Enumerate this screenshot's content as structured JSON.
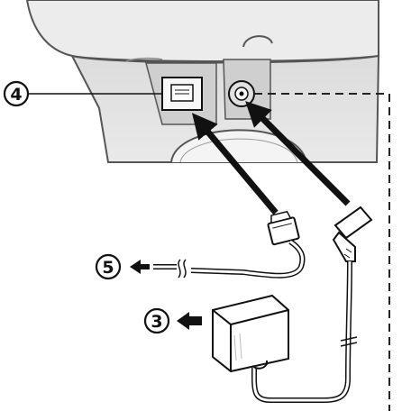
{
  "callouts": {
    "telephone_jack": "4",
    "telephone_line": "5",
    "ac_adaptor": "3"
  }
}
